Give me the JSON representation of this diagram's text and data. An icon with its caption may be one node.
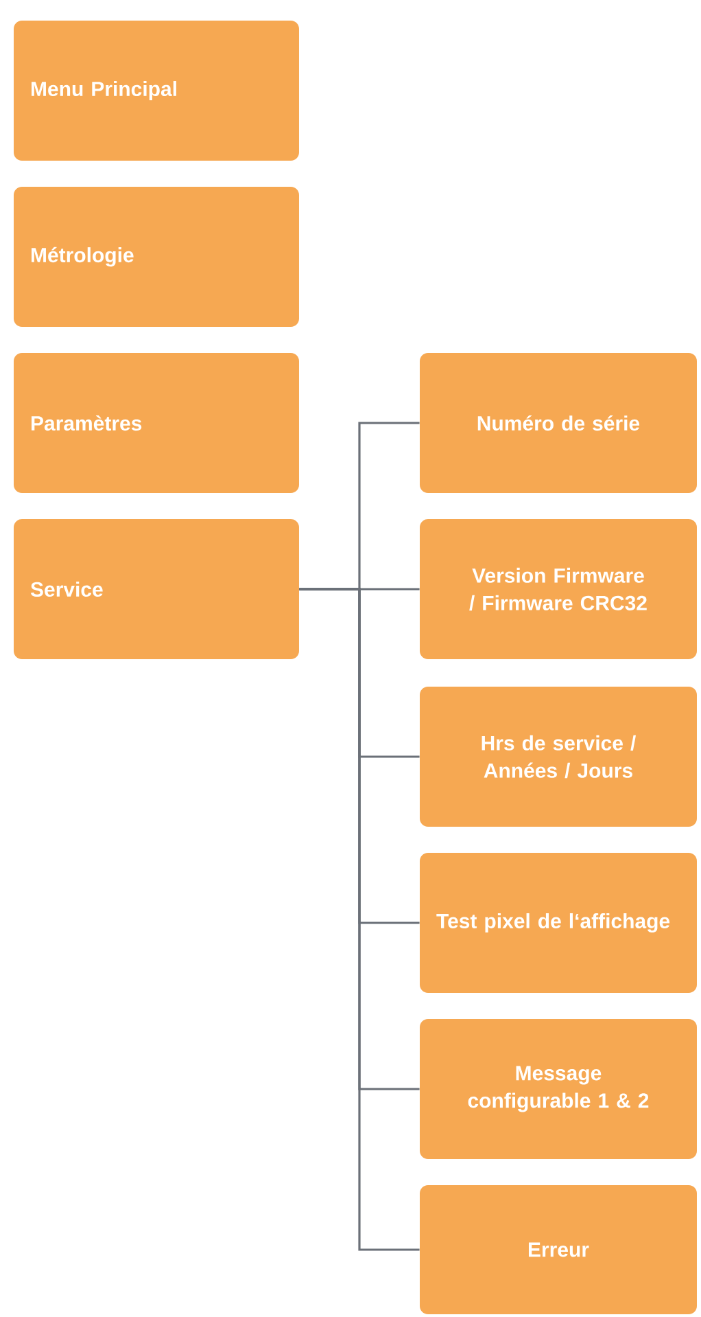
{
  "diagram": {
    "nodes": [
      {
        "text": [
          "Menu Principal"
        ]
      },
      {
        "text": [
          "Métrologie"
        ]
      },
      {
        "text": [
          "Paramètres"
        ]
      },
      {
        "text": [
          "Service"
        ]
      },
      {
        "text": [
          "Numéro de série"
        ]
      },
      {
        "text": [
          "Version Firmware / Firmware CRC32"
        ]
      },
      {
        "text": [
          "Hrs de service / Années / Jours"
        ]
      },
      {
        "text": [
          "Test pixel de l‘affichage"
        ]
      },
      {
        "text": [
          "Message configurable 1 & 2"
        ]
      },
      {
        "text": [
          "Erreur"
        ]
      }
    ],
    "edges": [
      {
        "from": 3,
        "to": 4,
        "arrow": "none"
      },
      {
        "from": 3,
        "to": 5,
        "arrow": "none"
      },
      {
        "from": 3,
        "to": 6,
        "arrow": "none"
      },
      {
        "from": 3,
        "to": 7,
        "arrow": "none"
      },
      {
        "from": 3,
        "to": 8,
        "arrow": "none"
      },
      {
        "from": 3,
        "to": 9,
        "arrow": "none"
      }
    ]
  }
}
